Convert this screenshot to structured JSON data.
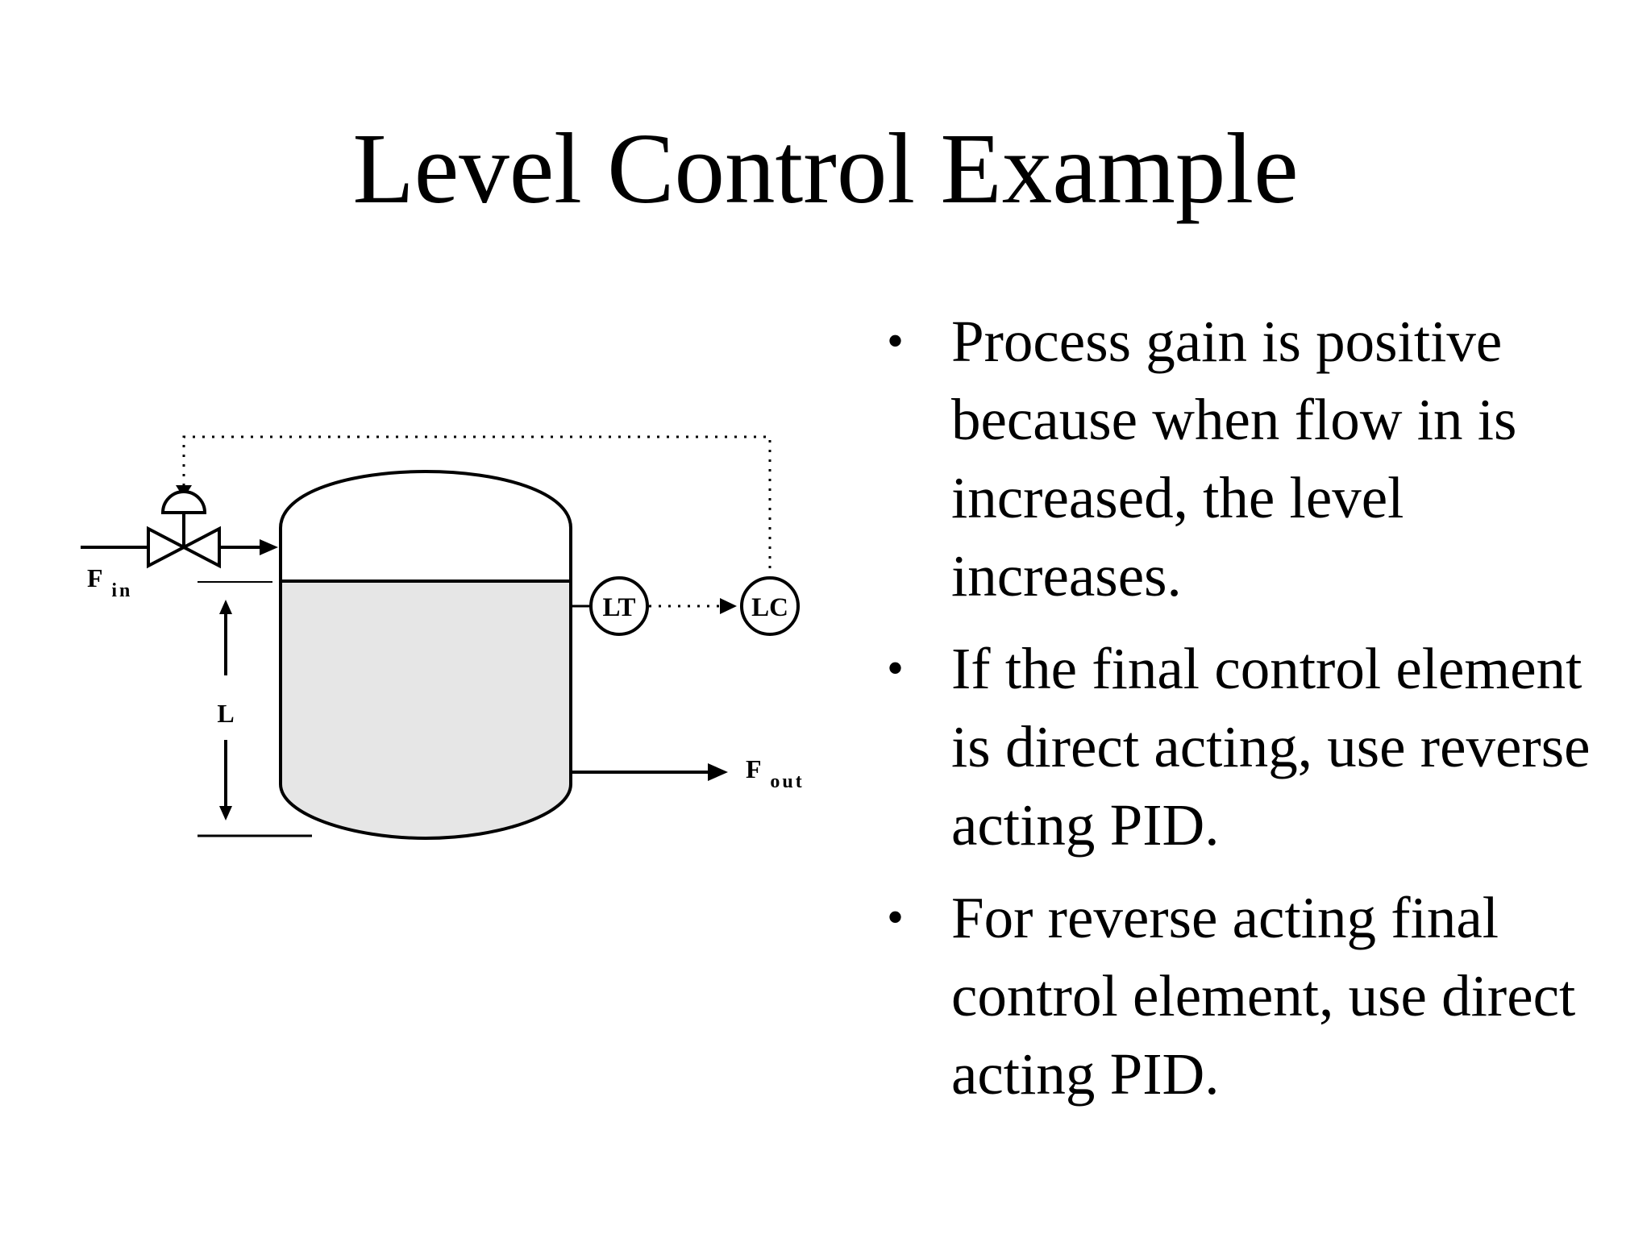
{
  "slide": {
    "title": "Level Control Example"
  },
  "diagram": {
    "inlet_label": "F",
    "inlet_subscript": "in",
    "outlet_label": "F",
    "outlet_subscript": "out",
    "level_label": "L",
    "transmitter_label": "LT",
    "controller_label": "LC",
    "liquid_color": "#e6e6e6",
    "line_color": "#000000"
  },
  "bullets": {
    "marker": "•",
    "items": [
      "Process gain is positive because when flow in is increased, the level increases.",
      "If the final control element is direct acting, use reverse acting PID.",
      "For reverse acting final control element, use direct acting PID."
    ]
  }
}
